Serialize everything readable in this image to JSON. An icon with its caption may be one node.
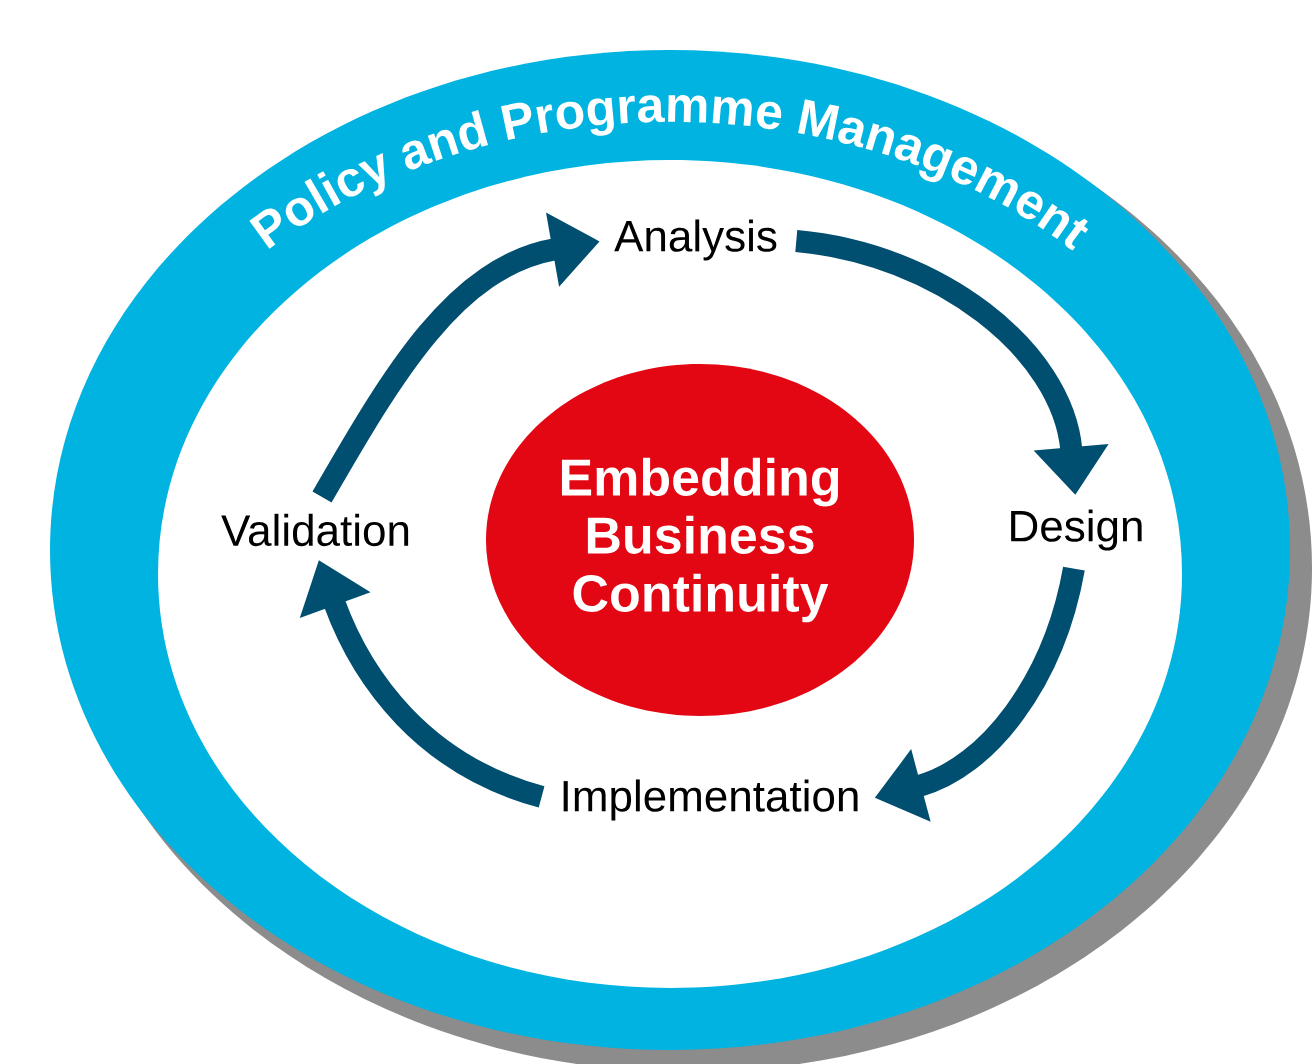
{
  "diagram": {
    "nodes": [
      {
        "text": [
          "Policy and Programme Management"
        ]
      },
      {
        "text": [
          "Analysis"
        ],
        "in": 0
      },
      {
        "text": [
          "Design"
        ],
        "in": 0
      },
      {
        "text": [
          "Implementation"
        ],
        "in": 0
      },
      {
        "text": [
          "Validation"
        ],
        "in": 0
      },
      {
        "text": [
          "Embedding Business Continuity"
        ],
        "in": 0
      }
    ],
    "edges": [
      {
        "from": 1,
        "to": 2,
        "arrow": "to"
      },
      {
        "from": 2,
        "to": 3,
        "arrow": "to"
      },
      {
        "from": 3,
        "to": 4,
        "arrow": "to"
      },
      {
        "from": 4,
        "to": 1,
        "arrow": "to"
      }
    ]
  }
}
